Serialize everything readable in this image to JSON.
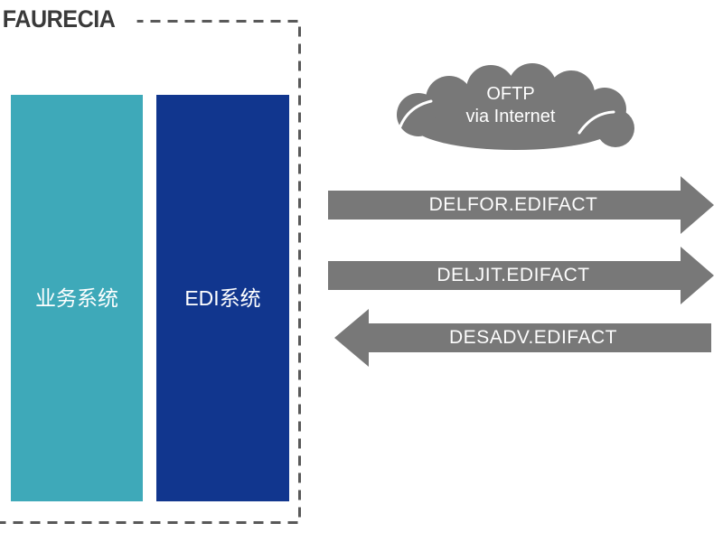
{
  "title": {
    "label": "FAURECIA"
  },
  "systems": [
    {
      "label": "业务系统",
      "color": "#3EA9B9"
    },
    {
      "label": "EDI系统",
      "color": "#11368E"
    }
  ],
  "cloud": {
    "line1": "OFTP",
    "line2": "via Internet",
    "color": "#787878"
  },
  "flows": [
    {
      "label": "DELFOR.EDIFACT",
      "direction": "right"
    },
    {
      "label": "DELJIT.EDIFACT",
      "direction": "right"
    },
    {
      "label": "DESADV.EDIFACT",
      "direction": "left"
    }
  ],
  "colors": {
    "arrow": "#787878",
    "boundary_dash": "#595959",
    "title_text": "#3a3a3a",
    "label_text": "#ffffff"
  }
}
